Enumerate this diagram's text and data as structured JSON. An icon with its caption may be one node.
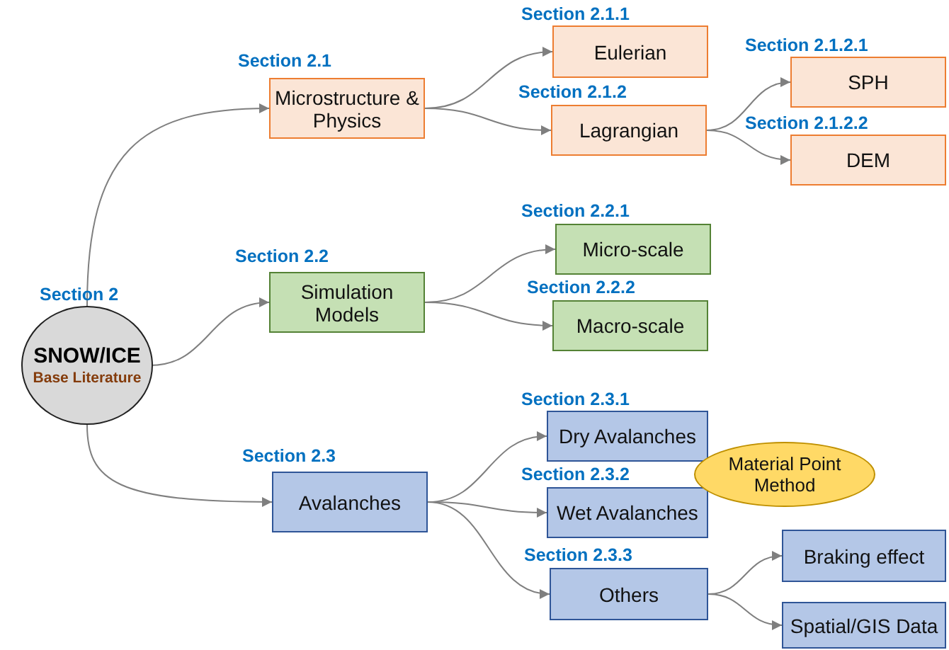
{
  "diagram": {
    "nodes": [
      {
        "text": [
          "Section 2",
          "SNOW/ICE",
          "Base Literature"
        ]
      },
      {
        "text": [
          "Section 2.1",
          "Microstructure & Physics"
        ]
      },
      {
        "text": [
          "Section 2.1.1",
          "Eulerian"
        ]
      },
      {
        "text": [
          "Section 2.1.2",
          "Lagrangian"
        ]
      },
      {
        "text": [
          "Section 2.1.2.1",
          "SPH"
        ]
      },
      {
        "text": [
          "Section 2.1.2.2",
          "DEM"
        ]
      },
      {
        "text": [
          "Section 2.2",
          "Simulation Models"
        ]
      },
      {
        "text": [
          "Section 2.2.1",
          "Micro-scale"
        ]
      },
      {
        "text": [
          "Section 2.2.2",
          "Macro-scale"
        ]
      },
      {
        "text": [
          "Section 2.3",
          "Avalanches"
        ]
      },
      {
        "text": [
          "Section 2.3.1",
          "Dry Avalanches"
        ]
      },
      {
        "text": [
          "Section 2.3.2",
          "Wet Avalanches"
        ]
      },
      {
        "text": [
          "Material Point Method"
        ]
      },
      {
        "text": [
          "Section 2.3.3",
          "Others"
        ]
      },
      {
        "text": [
          "Braking effect"
        ]
      },
      {
        "text": [
          "Spatial/GIS Data"
        ]
      }
    ],
    "edges": [
      {
        "from": 0,
        "to": 1,
        "arrow": "to"
      },
      {
        "from": 1,
        "to": 2,
        "arrow": "to"
      },
      {
        "from": 1,
        "to": 3,
        "arrow": "to"
      },
      {
        "from": 3,
        "to": 4,
        "arrow": "to"
      },
      {
        "from": 3,
        "to": 5,
        "arrow": "to"
      },
      {
        "from": 0,
        "to": 6,
        "arrow": "to"
      },
      {
        "from": 6,
        "to": 7,
        "arrow": "to"
      },
      {
        "from": 6,
        "to": 8,
        "arrow": "to"
      },
      {
        "from": 0,
        "to": 9,
        "arrow": "to"
      },
      {
        "from": 9,
        "to": 10,
        "arrow": "to"
      },
      {
        "from": 9,
        "to": 11,
        "arrow": "to"
      },
      {
        "from": 9,
        "to": 13,
        "arrow": "to"
      },
      {
        "from": 13,
        "to": 14,
        "arrow": "to"
      },
      {
        "from": 13,
        "to": 15,
        "arrow": "to"
      }
    ]
  }
}
